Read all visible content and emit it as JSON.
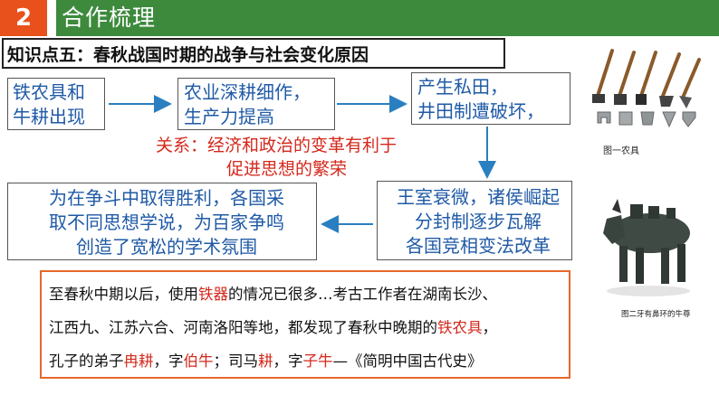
{
  "header": {
    "number": "2",
    "title": "合作梳理"
  },
  "knowledge_point": "知识点五：春秋战国时期的战争与社会变化原因",
  "flow": {
    "box1": [
      "铁农具和",
      "牛耕出现"
    ],
    "box2": [
      "农业深耕细作，",
      "生产力提高"
    ],
    "box3": [
      "产生私田，",
      "井田制遭破坏，"
    ],
    "box4": [
      "王室衰微，诸侯崛起",
      "分封制逐步瓦解",
      "各国竞相变法改革"
    ],
    "box5": [
      "为在争斗中取得胜利，各国采",
      "取不同思想学说，为百家争鸣",
      "创造了宽松的学术氛围"
    ],
    "relation": [
      "关系：经济和政治的变革有利于",
      "促进思想的繁荣"
    ]
  },
  "quote": {
    "line1": {
      "a": "至春秋中期以后，使用",
      "b": "铁器",
      "c": "的情况已很多…考古工作者在湖南长沙、"
    },
    "line2": {
      "a": "江西九、江苏六合、河南洛阳等地，都发现了春秋中晚期的",
      "b": "铁农具",
      "c": "，"
    },
    "line3": {
      "a": "孔子的弟子",
      "b": "冉耕",
      "c": "，字",
      "d": "伯牛",
      "e": "；司马",
      "f": "耕",
      "g": "，字",
      "h": "子牛",
      "i": "—《简明中国古代史》"
    }
  },
  "images": {
    "caption1": "图一农具",
    "caption2": "图二牙有鼻环的牛尊"
  },
  "colors": {
    "accent_orange": "#e8511b",
    "header_green": "#3d8a3d",
    "flow_blue": "#1f5aa6",
    "highlight_red": "#d4281c"
  }
}
